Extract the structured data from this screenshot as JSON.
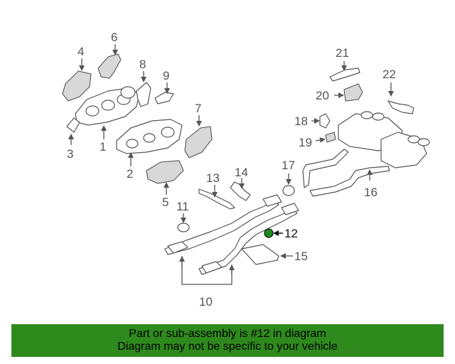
{
  "callouts": [
    "1",
    "2",
    "3",
    "4",
    "5",
    "6",
    "7",
    "8",
    "9",
    "10",
    "11",
    "12",
    "13",
    "14",
    "15",
    "16",
    "17",
    "18",
    "19",
    "20",
    "21",
    "22"
  ],
  "highlighted_part": "12",
  "colors": {
    "highlight": "#1e8a1e",
    "banner": "#2f8a1d",
    "line": "#555555"
  },
  "banner": {
    "line1": "Part or sub-assembly is #12 in diagram",
    "line2": "Diagram may not be specific to your vehicle"
  }
}
